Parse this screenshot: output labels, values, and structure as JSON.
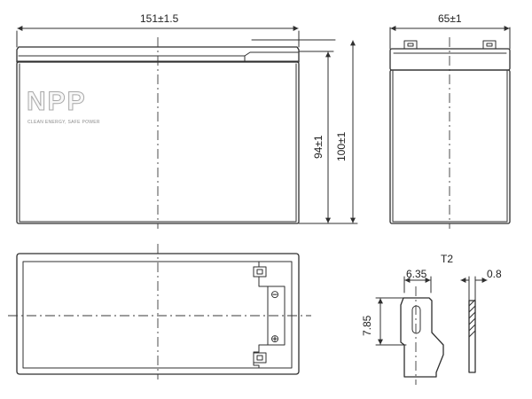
{
  "dimensions": {
    "front_length": "151±1.5",
    "side_width": "65±1",
    "front_height": "94±1",
    "front_total_height": "100±1",
    "terminal_type": "T2",
    "terminal_width": "6.35",
    "terminal_thickness": "0.8",
    "terminal_height": "7.85"
  },
  "logo": {
    "brand": "NPP",
    "tagline": "CLEAN ENERGY, SAFE POWER"
  },
  "polarity": {
    "negative": "⊖",
    "positive": "⊕"
  }
}
